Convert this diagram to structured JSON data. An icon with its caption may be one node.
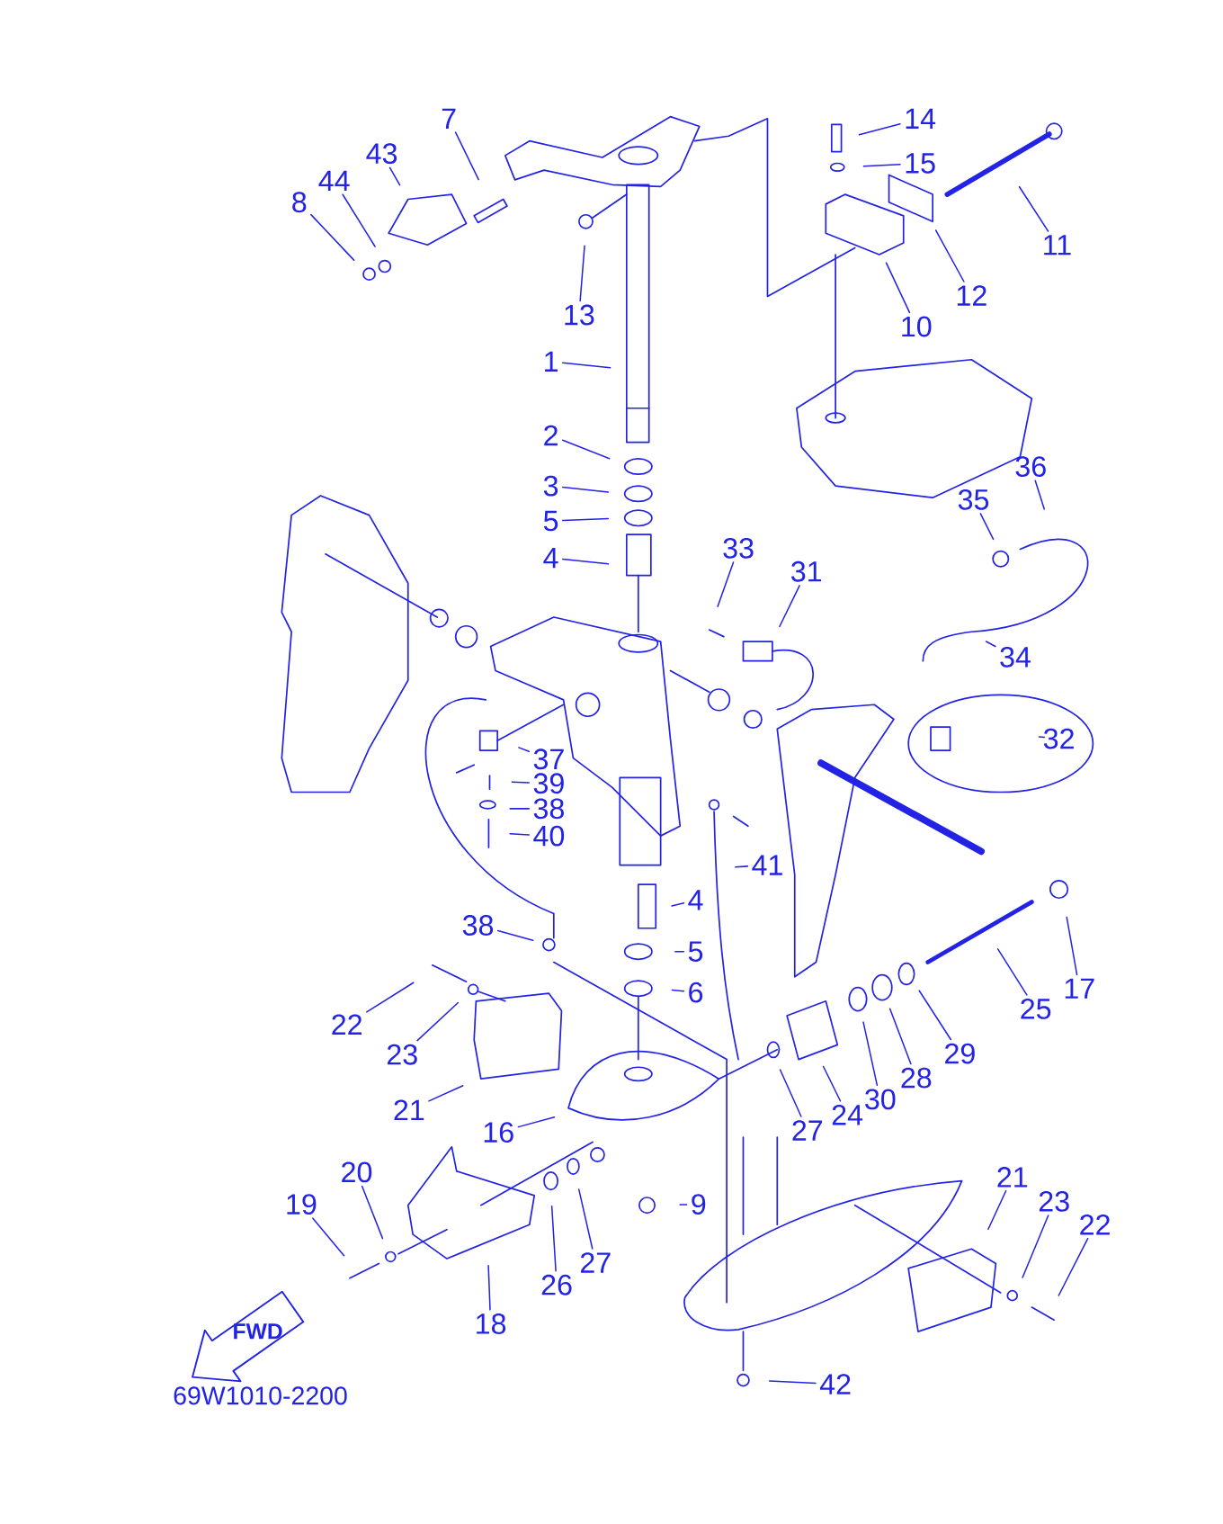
{
  "diagram": {
    "nodes": [
      {
        "text": [
          "7"
        ]
      },
      {
        "text": [
          "43"
        ]
      },
      {
        "text": [
          "44"
        ]
      },
      {
        "text": [
          "8"
        ]
      },
      {
        "text": [
          "14"
        ]
      },
      {
        "text": [
          "15"
        ]
      },
      {
        "text": [
          "11"
        ]
      },
      {
        "text": [
          "13"
        ]
      },
      {
        "text": [
          "12"
        ]
      },
      {
        "text": [
          "10"
        ]
      },
      {
        "text": [
          "1"
        ]
      },
      {
        "text": [
          "2"
        ]
      },
      {
        "text": [
          "36"
        ]
      },
      {
        "text": [
          "3"
        ]
      },
      {
        "text": [
          "35"
        ]
      },
      {
        "text": [
          "5"
        ]
      },
      {
        "text": [
          "33"
        ]
      },
      {
        "text": [
          "4"
        ]
      },
      {
        "text": [
          "31"
        ]
      },
      {
        "text": [
          "34"
        ]
      },
      {
        "text": [
          "32"
        ]
      },
      {
        "text": [
          "37"
        ]
      },
      {
        "text": [
          "39"
        ]
      },
      {
        "text": [
          "38"
        ]
      },
      {
        "text": [
          "40"
        ]
      },
      {
        "text": [
          "41"
        ]
      },
      {
        "text": [
          "4"
        ]
      },
      {
        "text": [
          "38"
        ]
      },
      {
        "text": [
          "5"
        ]
      },
      {
        "text": [
          "17"
        ]
      },
      {
        "text": [
          "6"
        ]
      },
      {
        "text": [
          "25"
        ]
      },
      {
        "text": [
          "22"
        ]
      },
      {
        "text": [
          "29"
        ]
      },
      {
        "text": [
          "23"
        ]
      },
      {
        "text": [
          "28"
        ]
      },
      {
        "text": [
          "30"
        ]
      },
      {
        "text": [
          "21"
        ]
      },
      {
        "text": [
          "24"
        ]
      },
      {
        "text": [
          "16"
        ]
      },
      {
        "text": [
          "27"
        ]
      },
      {
        "text": [
          "20"
        ]
      },
      {
        "text": [
          "21"
        ]
      },
      {
        "text": [
          "19"
        ]
      },
      {
        "text": [
          "9"
        ]
      },
      {
        "text": [
          "23"
        ]
      },
      {
        "text": [
          "22"
        ]
      },
      {
        "text": [
          "27"
        ]
      },
      {
        "text": [
          "26"
        ]
      },
      {
        "text": [
          "18"
        ]
      },
      {
        "text": [
          "42"
        ]
      }
    ],
    "edges": [
      {
        "from": 0,
        "to": null,
        "arrow": "none"
      },
      {
        "from": 1,
        "to": null,
        "arrow": "none"
      },
      {
        "from": 2,
        "to": null,
        "arrow": "none"
      },
      {
        "from": 3,
        "to": null,
        "arrow": "none"
      },
      {
        "from": 4,
        "to": null,
        "arrow": "none"
      },
      {
        "from": 5,
        "to": null,
        "arrow": "none"
      },
      {
        "from": 6,
        "to": null,
        "arrow": "none"
      },
      {
        "from": 7,
        "to": null,
        "arrow": "none"
      },
      {
        "from": 8,
        "to": null,
        "arrow": "none"
      },
      {
        "from": 9,
        "to": null,
        "arrow": "none"
      },
      {
        "from": 10,
        "to": null,
        "arrow": "none"
      },
      {
        "from": 11,
        "to": null,
        "arrow": "none"
      },
      {
        "from": 12,
        "to": null,
        "arrow": "none"
      },
      {
        "from": 13,
        "to": null,
        "arrow": "none"
      },
      {
        "from": 14,
        "to": null,
        "arrow": "none"
      },
      {
        "from": 15,
        "to": null,
        "arrow": "none"
      },
      {
        "from": 16,
        "to": null,
        "arrow": "none"
      },
      {
        "from": 17,
        "to": null,
        "arrow": "none"
      },
      {
        "from": 18,
        "to": null,
        "arrow": "none"
      },
      {
        "from": 19,
        "to": null,
        "arrow": "none"
      },
      {
        "from": 20,
        "to": null,
        "arrow": "none"
      },
      {
        "from": 21,
        "to": null,
        "arrow": "none"
      },
      {
        "from": 22,
        "to": null,
        "arrow": "none"
      },
      {
        "from": 23,
        "to": null,
        "arrow": "none"
      },
      {
        "from": 24,
        "to": null,
        "arrow": "none"
      },
      {
        "from": 25,
        "to": null,
        "arrow": "none"
      },
      {
        "from": 26,
        "to": null,
        "arrow": "none"
      },
      {
        "from": 27,
        "to": null,
        "arrow": "none"
      },
      {
        "from": 28,
        "to": null,
        "arrow": "none"
      },
      {
        "from": 29,
        "to": null,
        "arrow": "none"
      },
      {
        "from": 30,
        "to": null,
        "arrow": "none"
      },
      {
        "from": 31,
        "to": null,
        "arrow": "none"
      },
      {
        "from": 32,
        "to": null,
        "arrow": "none"
      },
      {
        "from": 33,
        "to": null,
        "arrow": "none"
      },
      {
        "from": 34,
        "to": null,
        "arrow": "none"
      },
      {
        "from": 35,
        "to": null,
        "arrow": "none"
      },
      {
        "from": 36,
        "to": null,
        "arrow": "none"
      },
      {
        "from": 37,
        "to": null,
        "arrow": "none"
      },
      {
        "from": 38,
        "to": null,
        "arrow": "none"
      },
      {
        "from": 39,
        "to": null,
        "arrow": "none"
      },
      {
        "from": 40,
        "to": null,
        "arrow": "none"
      },
      {
        "from": 41,
        "to": null,
        "arrow": "none"
      },
      {
        "from": 42,
        "to": null,
        "arrow": "none"
      },
      {
        "from": 43,
        "to": null,
        "arrow": "none"
      },
      {
        "from": 44,
        "to": null,
        "arrow": "none"
      },
      {
        "from": 45,
        "to": null,
        "arrow": "none"
      },
      {
        "from": 46,
        "to": null,
        "arrow": "none"
      },
      {
        "from": 47,
        "to": null,
        "arrow": "none"
      },
      {
        "from": 48,
        "to": null,
        "arrow": "none"
      },
      {
        "from": 49,
        "to": null,
        "arrow": "none"
      },
      {
        "from": 50,
        "to": null,
        "arrow": "none"
      }
    ],
    "labels": [
      "FWD",
      "69W1010-2200"
    ]
  }
}
